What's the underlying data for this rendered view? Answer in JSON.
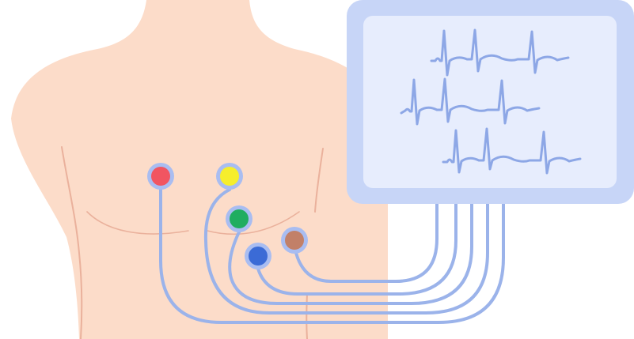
{
  "colors": {
    "background": "#ffffff",
    "skin": "#fcdcc9",
    "skin_line": "#eab19c",
    "cable": "#9bb3ea",
    "electrode_ring": "#a9bdf1",
    "monitor_frame": "#c7d5f7",
    "monitor_screen": "#e7edfd",
    "ecg_trace": "#8da7e6"
  },
  "electrodes": [
    {
      "id": "red",
      "color": "#f15561"
    },
    {
      "id": "yellow",
      "color": "#f6ee2d"
    },
    {
      "id": "green",
      "color": "#1fad60"
    },
    {
      "id": "blue",
      "color": "#3b6bd6"
    },
    {
      "id": "brown",
      "color": "#c28068"
    }
  ],
  "monitor": {
    "trace_count": 3
  }
}
